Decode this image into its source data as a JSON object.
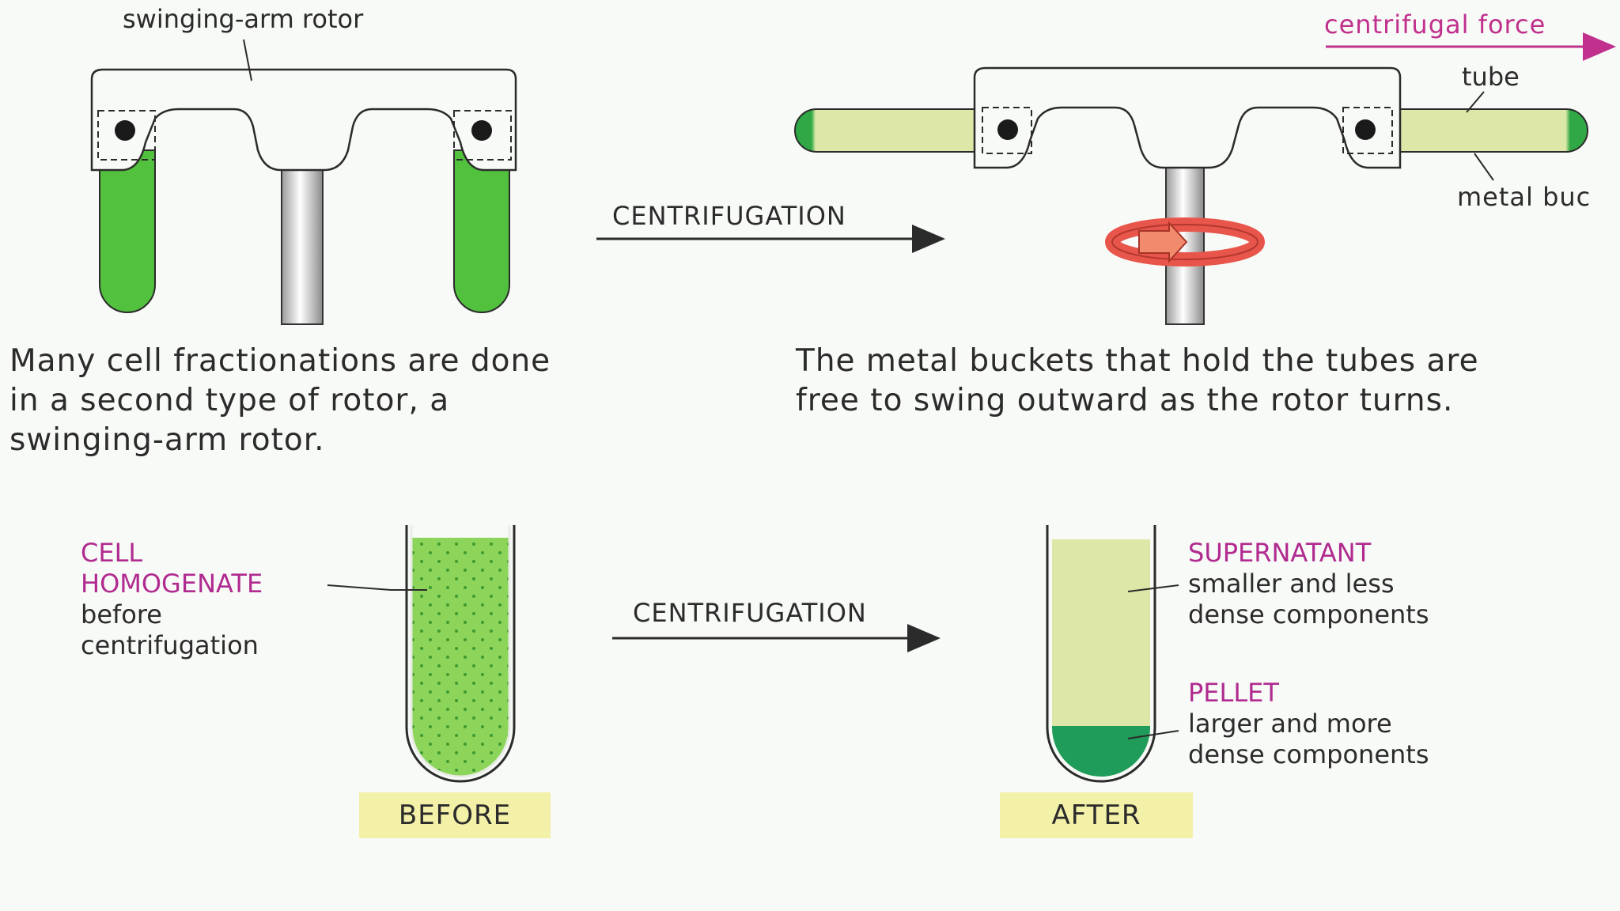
{
  "labels": {
    "swinging_arm_rotor": "swinging-arm rotor",
    "centrifugal_force": "centrifugal force",
    "tube": "tube",
    "metal_bucket": "metal buc",
    "centrifugation_top": "CENTRIFUGATION",
    "centrifugation_bottom": "CENTRIFUGATION"
  },
  "captions": {
    "left": [
      "Many cell fractionations are done",
      "in a second type of rotor, a",
      "swinging-arm rotor."
    ],
    "right": [
      "The metal buckets that hold the tubes are",
      "free to swing outward as the rotor turns."
    ]
  },
  "homogenate": {
    "heading": [
      "CELL",
      "HOMOGENATE"
    ],
    "body": [
      "before",
      "centrifugation"
    ]
  },
  "supernatant": {
    "heading": "SUPERNATANT",
    "body": [
      "smaller and less",
      "dense components"
    ]
  },
  "pellet": {
    "heading": "PELLET",
    "body": [
      "larger and more",
      "dense components"
    ]
  },
  "stages": {
    "before": "BEFORE",
    "after": "AFTER"
  },
  "colors": {
    "green_dark": "#2fa845",
    "green_bright": "#52c23e",
    "green_pale": "#dde8a8",
    "green_sample": "#8cd45a",
    "accent_magenta": "#c0308c",
    "arrow_red": "#e8554a",
    "stage_box": "#f3f0a8"
  }
}
